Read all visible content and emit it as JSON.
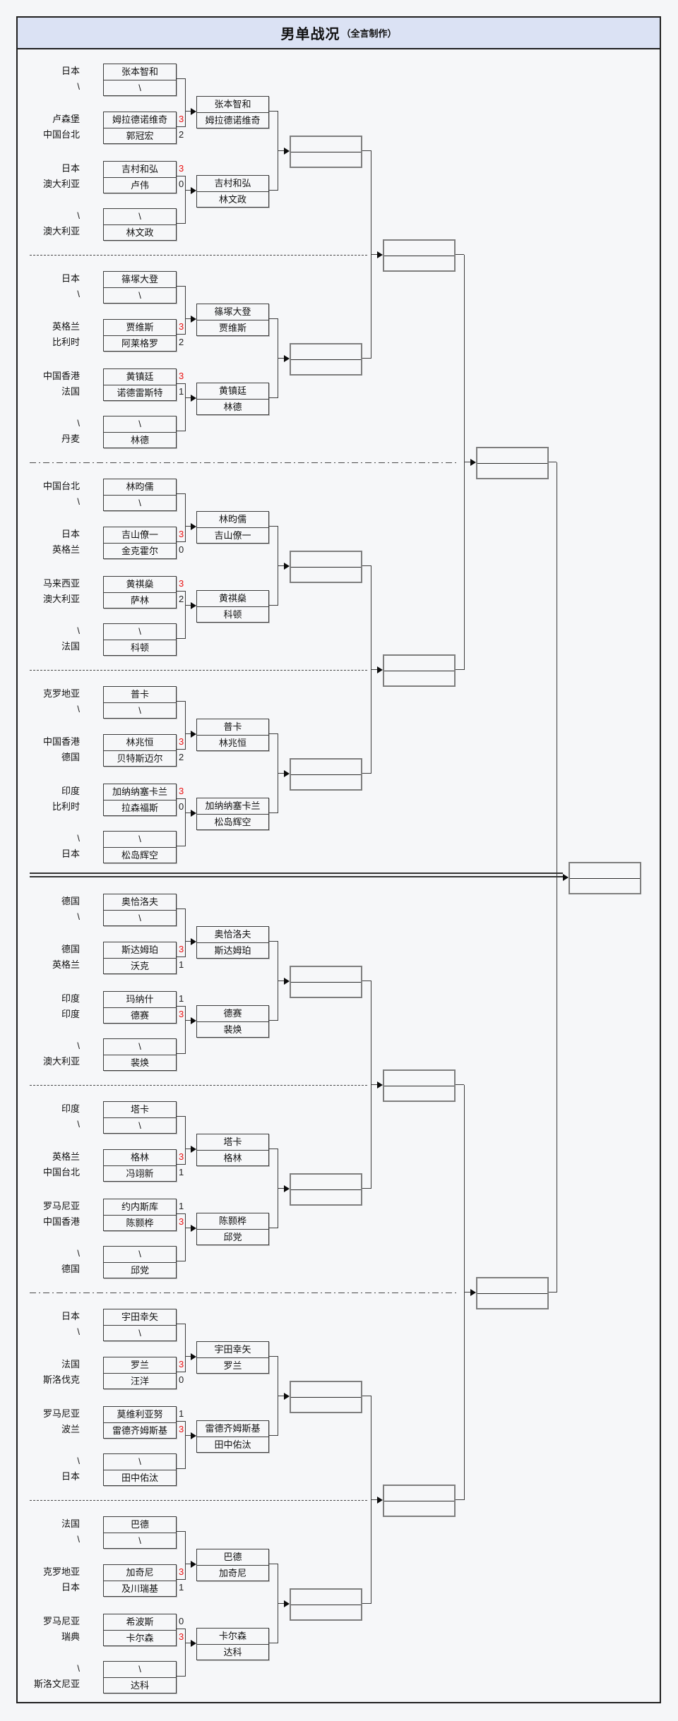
{
  "title": {
    "main": "男单战况",
    "sub": "（全言制作）"
  },
  "colors": {
    "titlebar_bg": "#dbe2f4",
    "page_bg": "#f5f6f8",
    "win_score": "#ea1212",
    "border": "#1f1f1f"
  },
  "sections": [
    {
      "m1": {
        "c1": "日本",
        "c2": "\\",
        "p1": "张本智和",
        "p2": "\\"
      },
      "w1": {
        "p1": "张本智和",
        "p2": "姆拉德诺维奇"
      },
      "m2": {
        "c1": "卢森堡",
        "c2": "中国台北",
        "p1": "姆拉德诺维奇",
        "p2": "郭冠宏",
        "s1": "3",
        "s2": "2"
      },
      "m3": {
        "c1": "日本",
        "c2": "澳大利亚",
        "p1": "吉村和弘",
        "p2": "卢伟",
        "s1": "3",
        "s2": "0"
      },
      "w2": {
        "p1": "吉村和弘",
        "p2": "林文政"
      },
      "m4": {
        "c1": "\\",
        "c2": "澳大利亚",
        "p1": "\\",
        "p2": "林文政"
      }
    },
    {
      "m1": {
        "c1": "日本",
        "c2": "\\",
        "p1": "篠塚大登",
        "p2": "\\"
      },
      "w1": {
        "p1": "篠塚大登",
        "p2": "贾维斯"
      },
      "m2": {
        "c1": "英格兰",
        "c2": "比利时",
        "p1": "贾维斯",
        "p2": "阿莱格罗",
        "s1": "3",
        "s2": "2"
      },
      "m3": {
        "c1": "中国香港",
        "c2": "法国",
        "p1": "黄镇廷",
        "p2": "诺德雷斯特",
        "s1": "3",
        "s2": "1"
      },
      "w2": {
        "p1": "黄镇廷",
        "p2": "林德"
      },
      "m4": {
        "c1": "\\",
        "c2": "丹麦",
        "p1": "\\",
        "p2": "林德"
      }
    },
    {
      "m1": {
        "c1": "中国台北",
        "c2": "\\",
        "p1": "林昀儒",
        "p2": "\\"
      },
      "w1": {
        "p1": "林昀儒",
        "p2": "吉山僚一"
      },
      "m2": {
        "c1": "日本",
        "c2": "英格兰",
        "p1": "吉山僚一",
        "p2": "金克霍尔",
        "s1": "3",
        "s2": "0"
      },
      "m3": {
        "c1": "马来西亚",
        "c2": "澳大利亚",
        "p1": "黄祺燊",
        "p2": "萨林",
        "s1": "3",
        "s2": "2"
      },
      "w2": {
        "p1": "黄祺燊",
        "p2": "科顿"
      },
      "m4": {
        "c1": "\\",
        "c2": "法国",
        "p1": "\\",
        "p2": "科顿"
      }
    },
    {
      "m1": {
        "c1": "克罗地亚",
        "c2": "\\",
        "p1": "普卡",
        "p2": "\\"
      },
      "w1": {
        "p1": "普卡",
        "p2": "林兆恒"
      },
      "m2": {
        "c1": "中国香港",
        "c2": "德国",
        "p1": "林兆恒",
        "p2": "贝特斯迈尔",
        "s1": "3",
        "s2": "2"
      },
      "m3": {
        "c1": "印度",
        "c2": "比利时",
        "p1": "加纳纳塞卡兰",
        "p2": "拉森福斯",
        "s1": "3",
        "s2": "0"
      },
      "w2": {
        "p1": "加纳纳塞卡兰",
        "p2": "松岛辉空"
      },
      "m4": {
        "c1": "\\",
        "c2": "日本",
        "p1": "\\",
        "p2": "松岛辉空"
      }
    },
    {
      "m1": {
        "c1": "德国",
        "c2": "\\",
        "p1": "奥恰洛夫",
        "p2": "\\"
      },
      "w1": {
        "p1": "奥恰洛夫",
        "p2": "斯达姆珀"
      },
      "m2": {
        "c1": "德国",
        "c2": "英格兰",
        "p1": "斯达姆珀",
        "p2": "沃克",
        "s1": "3",
        "s2": "1"
      },
      "m3": {
        "c1": "印度",
        "c2": "印度",
        "p1": "玛纳什",
        "p2": "德赛",
        "s1": "1",
        "s2": "3"
      },
      "w2": {
        "p1": "德赛",
        "p2": "裴焕"
      },
      "m4": {
        "c1": "\\",
        "c2": "澳大利亚",
        "p1": "\\",
        "p2": "裴焕"
      }
    },
    {
      "m1": {
        "c1": "印度",
        "c2": "\\",
        "p1": "塔卡",
        "p2": "\\"
      },
      "w1": {
        "p1": "塔卡",
        "p2": "格林"
      },
      "m2": {
        "c1": "英格兰",
        "c2": "中国台北",
        "p1": "格林",
        "p2": "冯翊新",
        "s1": "3",
        "s2": "1"
      },
      "m3": {
        "c1": "罗马尼亚",
        "c2": "中国香港",
        "p1": "约内斯库",
        "p2": "陈颢桦",
        "s1": "1",
        "s2": "3"
      },
      "w2": {
        "p1": "陈颢桦",
        "p2": "邱党"
      },
      "m4": {
        "c1": "\\",
        "c2": "德国",
        "p1": "\\",
        "p2": "邱党"
      }
    },
    {
      "m1": {
        "c1": "日本",
        "c2": "\\",
        "p1": "宇田幸矢",
        "p2": "\\"
      },
      "w1": {
        "p1": "宇田幸矢",
        "p2": "罗兰"
      },
      "m2": {
        "c1": "法国",
        "c2": "斯洛伐克",
        "p1": "罗兰",
        "p2": "汪洋",
        "s1": "3",
        "s2": "0"
      },
      "m3": {
        "c1": "罗马尼亚",
        "c2": "波兰",
        "p1": "莫维利亚努",
        "p2": "雷德齐姆斯基",
        "s1": "1",
        "s2": "3"
      },
      "w2": {
        "p1": "雷德齐姆斯基",
        "p2": "田中佑汰"
      },
      "m4": {
        "c1": "\\",
        "c2": "日本",
        "p1": "\\",
        "p2": "田中佑汰"
      }
    },
    {
      "m1": {
        "c1": "法国",
        "c2": "\\",
        "p1": "巴德",
        "p2": "\\"
      },
      "w1": {
        "p1": "巴德",
        "p2": "加奇尼"
      },
      "m2": {
        "c1": "克罗地亚",
        "c2": "日本",
        "p1": "加奇尼",
        "p2": "及川瑞基",
        "s1": "3",
        "s2": "1"
      },
      "m3": {
        "c1": "罗马尼亚",
        "c2": "瑞典",
        "p1": "希波斯",
        "p2": "卡尔森",
        "s1": "0",
        "s2": "3"
      },
      "w2": {
        "p1": "卡尔森",
        "p2": "达科"
      },
      "m4": {
        "c1": "\\",
        "c2": "斯洛文尼亚",
        "p1": "\\",
        "p2": "达科"
      }
    }
  ]
}
